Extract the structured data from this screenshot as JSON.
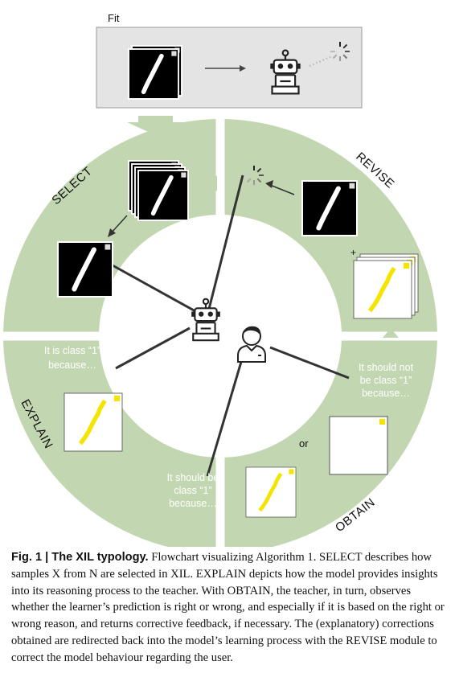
{
  "diagram": {
    "fit_label": "Fit",
    "segments": {
      "select": "SELECT",
      "revise": "REVISE",
      "explain": "EXPLAIN",
      "obtain": "OBTAIN"
    },
    "explain_text": [
      "It is class “1”",
      "because…"
    ],
    "obtain_text": [
      "It should be",
      "class “1”",
      "because…"
    ],
    "teacher_text": [
      "It should not",
      "be class “1”",
      "because…"
    ],
    "or_label": "or",
    "plus_label": "+",
    "colors": {
      "ring": "#c2d7b1",
      "box": "#e4e4e4",
      "digit_bg": "#000000",
      "highlight": "#f4e400",
      "spoke": "#333333"
    },
    "icons": [
      "robot-icon",
      "teacher-icon",
      "loading-spinner-icon",
      "arrow-icon",
      "digit-one-image",
      "saliency-map-image"
    ]
  },
  "caption": {
    "label": "Fig. 1 | The XIL typology.",
    "text": "Flowchart visualizing Algorithm 1. SELECT describes how samples X from N are selected in XIL. EXPLAIN depicts how the model provides insights into its reasoning process to the teacher. With OBTAIN, the teacher, in turn, observes whether the learner’s prediction is right or wrong, and especially if it is based on the right or wrong reason, and returns corrective feedback, if necessary. The (explanatory) corrections obtained are redirected back into the model’s learning process with the REVISE module to correct the model behaviour regarding the user."
  }
}
